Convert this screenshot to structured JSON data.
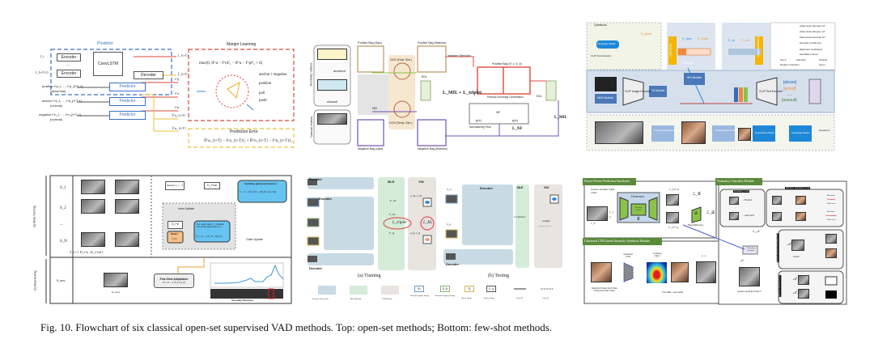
{
  "figure": {
    "caption": "Fig. 10.  Flowchart of six classical open-set supervised VAD methods. Top: open-set methods; Bottom: few-shot methods.",
    "panels": {
      "p1": {
        "predictor_title": "Predictor",
        "encoder": "Encoder",
        "ellipsis": "...",
        "convlstm": "ConvLSTM",
        "decoder": "Decoder",
        "inputs": [
          "I_t",
          "...",
          "I_{t+T-1}"
        ],
        "outputs": [
          "f_{t+T}",
          "Î_{t+T}"
        ],
        "rows": [
          {
            "label": "positive I^p_t, ..., I^p_{t+T-1}",
            "sub": "(abnormal)",
            "box": "Predictor",
            "feature": "f^p"
          },
          {
            "label": "anchor I^a_t, ..., I^a_{t+T-1}",
            "sub": "(normal)",
            "box": "Predictor",
            "feature": "f^a"
          },
          {
            "label": "negative I^n_t, ..., I^n_{t+T-1}",
            "sub": "(normal)",
            "box": "Predictor",
            "feature": "f^n"
          }
        ],
        "pred_outputs": [
          "Î^a_{t+T}",
          "Î^n_{t+T}"
        ],
        "margin_title": "Margin Learning",
        "margin_formula": "max(0, ‖f^a − f^n‖²₂ − ‖f^a − f^p‖²₂ + δ)",
        "legend": [
          "anchor / negative",
          "positive",
          "pull",
          "push"
        ],
        "error_title": "Prediction Error",
        "error_formula": "‖Î^a_{t+T} − I^a_{t+T}‖₁ + ‖Î^n_{t+T} − I^n_{t+T}‖₂"
      },
      "p2": {
        "anomaly_videos": "Anomaly Videos",
        "normal_videos": "Normal Videos",
        "accident": "accident",
        "assault": "Assault",
        "pos_bag_clips": "Positive Bag (clips)",
        "neg_bag_clips": "Negative Bag (clips)",
        "pos_bag_features": "Positive Bag (features)",
        "neg_bag_features": "Negative Bag (features)",
        "gcn_feat": "GCN (Feat. Sim.)",
        "gcn_temp": "GCN (Temp. Sim.)",
        "i3d": "I3D",
        "edl": "EDL",
        "loss1": "L_MIL + L_triplet",
        "instance_selection": "Instance Selection",
        "pos_bag_aug": "Positive Bag (ℬ ∪ 𝒟_b)",
        "pseudo_gen": "Pseudo Anomaly Generation",
        "nf": "NF",
        "px": "p(x)",
        "normalizing_flow": "Normalizing Flow",
        "loss_nf": "L_NF",
        "loss_mil": "L_MIL"
      },
      "p3": {
        "questions": "Questions",
        "language_model": "Language Model",
        "clip_text_encoder": "CLIP Text Encoder",
        "c_prompt": "C_prom",
        "detection": "Detection",
        "c_base": "C_base",
        "c_local": "C_local",
        "detector": "Detector",
        "categorization": "Categorization",
        "c_nr": "C_nr",
        "c_cnt": "C_cnt",
        "legend": [
          "video-level anomaly GT",
          "video-level category GT",
          "frame-level anomaly GT",
          "anomaly confidence",
          "alignment confidence",
          "learnable prompt"
        ],
        "ops": [
          "Top K",
          "Attention",
          "Product",
          "Random Insertion",
          "Zoom"
        ],
        "ski_module": "SKI Module",
        "nag_module": "NAG Module",
        "clip_image_encoder": "CLIP Image Encoder",
        "ta_module": "TA Module",
        "text_encoder": "CLIP Text Encoder",
        "classes": [
          "[abuse]",
          "[arrest]",
          "......",
          "[assault]"
        ],
        "pseudo_gen": "Pseudo Anomalies Generation",
        "img2clip": "Image2clip Animation",
        "generative_model": "Generative Model",
        "language_model2": "Language Model",
        "questions2": "Questions"
      },
      "p4": {
        "meta_training": "(a) Meta-Training",
        "meta_testing": "(b) Meta-testing",
        "rows": [
          "S_1",
          "S_2",
          "...",
          "S_N"
        ],
        "task": "T_i = {  D_i^tr  ,  D_i^val  }",
        "sample": "Sample T_i ~ T",
        "dval": "D_i^val",
        "dtr": "D_i^tr",
        "global_update": "Updating global parameters:",
        "global_formula": "θ ← θ − β ∇_θ Σ L_Ti(f_θ'i, D_i^val)",
        "inner_update": "Inner Update",
        "inner_text": "For each task T_i Update the local parameter θ'_i",
        "inner_formula": "θ'_i = θ − α ∇_θ L_Ti(f_θ)",
        "model": "Model",
        "model_sub": "f_θ(·)",
        "outer_update": "Outer Update",
        "s_new": "S_new",
        "d_new": "D_new",
        "few_shot": "Few-Shot Adaptation",
        "few_shot_formula": "θ* = θ − α ∇_θ L(f_θ)",
        "anomaly_detection": "Anomaly Detection"
      },
      "p5": {
        "decoder_top": "Decoder",
        "encoder": "Encoder",
        "mle": "MLE",
        "vni": "VNI",
        "inputs": [
          "S_n",
          "S_b",
          "Q"
        ],
        "features": [
          "F_Sn",
          "F_Sb",
          "F_Q"
        ],
        "triplet": "L_triplet",
        "kl": "L_KL",
        "mu_sn": "μ_Sn, σ_Sn",
        "mu_q": "μ_Q, σ_Q",
        "decoder_bottom": "Decoder",
        "training": "(a) Training",
        "testing": "(b) Testing",
        "test_inputs": [
          "S_n",
          "x_q"
        ],
        "l2": "L2-distance",
        "sample": "sample",
        "sample_sub": "z_1, z_2, z_3 ...",
        "legend": [
          "Encoder & Decoder",
          "MLE Module",
          "VNI Module",
          "Normal Support Image",
          "Abnormal Support Image",
          "Query Image",
          "Query Image",
          "Conv2d",
          "Conv3d"
        ],
        "legend_box_labels": [
          "Sₙ",
          "S_b",
          "Q",
          "ŷ_q"
        ]
      },
      "p6": {
        "backbone": "Future Frame Prediction Backbone",
        "source": "Source domain VAD video",
        "generator": "Generator",
        "encoder": "Encoder",
        "memory": "Memory module",
        "decoder": "Decoder",
        "g": "𝒢",
        "v_t1": "v_{T+1}",
        "vhat_t1": "v̂_{T+1}",
        "lg": "ℒ_𝒢",
        "ld": "ℒ_𝒟",
        "d": "𝒟",
        "discriminator": "Discriminator",
        "v1": "v_1",
        "v2": "v_2",
        "vt": "v_T",
        "synthesis": "Untrained CNN based Anomaly Synthesis Module",
        "untrained_cnn": "untrained CNN",
        "localized": "localized object",
        "random_frame": "Random Frame from Task Irrelevant/VAD Video",
        "cutmix": "Cut-Mix operation",
        "classifier_module": "Normalcy Classifier Module",
        "normalcy_loss": "Normalcy Loss",
        "relative_loss": "Relative Normalcy Loss",
        "normal": "→Normal",
        "abnormal": "→Abnormal",
        "maximize1": [
          "Maximize",
          "Normalcy",
          "Difference"
        ],
        "maximize2": [
          "Maximize",
          "Abnormality",
          "Difference"
        ],
        "ln": "ℒ_𝒩",
        "normalcy_classifier": "Normalcy classifier",
        "n": "𝒩",
        "pseudo": "pseudo anomaly frame ṽ",
        "anchor": "anchor",
        "relative_attention": "Relative Attention Affirmation Loss",
        "attention_loss": "Attention Affirmation Loss",
        "a": "𝒜"
      }
    }
  }
}
